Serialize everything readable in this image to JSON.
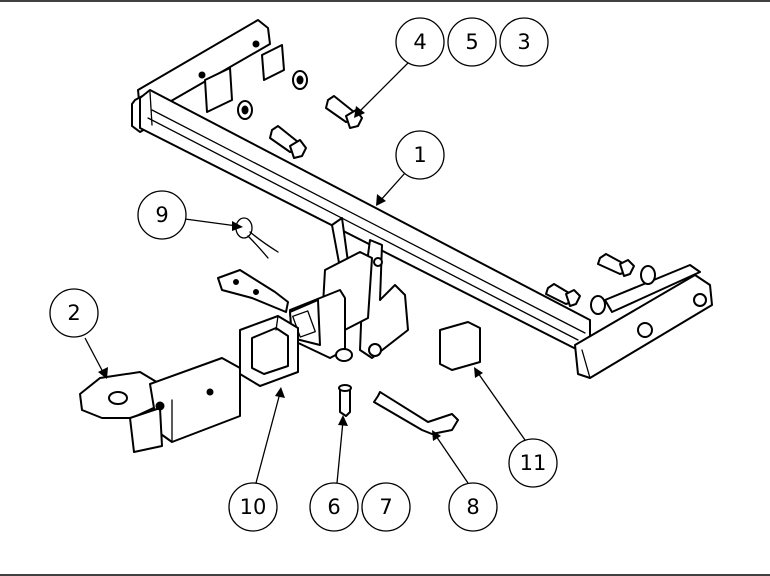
{
  "balloons": [
    {
      "id": "b1",
      "label": "1"
    },
    {
      "id": "b2",
      "label": "2"
    },
    {
      "id": "b3",
      "label": "3"
    },
    {
      "id": "b4",
      "label": "4"
    },
    {
      "id": "b5",
      "label": "5"
    },
    {
      "id": "b6",
      "label": "6"
    },
    {
      "id": "b7",
      "label": "7"
    },
    {
      "id": "b8",
      "label": "8"
    },
    {
      "id": "b9",
      "label": "9"
    },
    {
      "id": "b10",
      "label": "10"
    },
    {
      "id": "b11",
      "label": "11"
    }
  ]
}
